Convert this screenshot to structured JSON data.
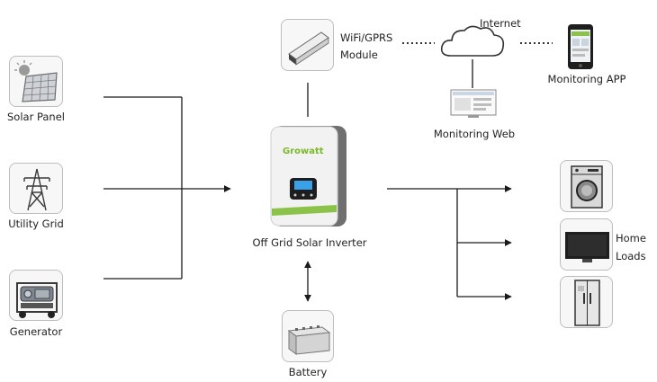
{
  "sources": {
    "solar_panel": "Solar Panel",
    "utility_grid": "Utility Grid",
    "generator": "Generator"
  },
  "inverter": {
    "brand": "Growatt",
    "label": "Off Grid Solar Inverter"
  },
  "battery": "Battery",
  "communication": {
    "module_line1": "WiFi/GPRS",
    "module_line2": "Module",
    "internet": "Internet",
    "monitoring_web": "Monitoring Web",
    "monitoring_app": "Monitoring APP"
  },
  "loads": {
    "label_line1": "Home",
    "label_line2": "Loads"
  },
  "colors": {
    "line": "#1a1a1a",
    "dotted": "#333333",
    "brand_green": "#7bb928",
    "icon_border": "#bdbdbd"
  }
}
